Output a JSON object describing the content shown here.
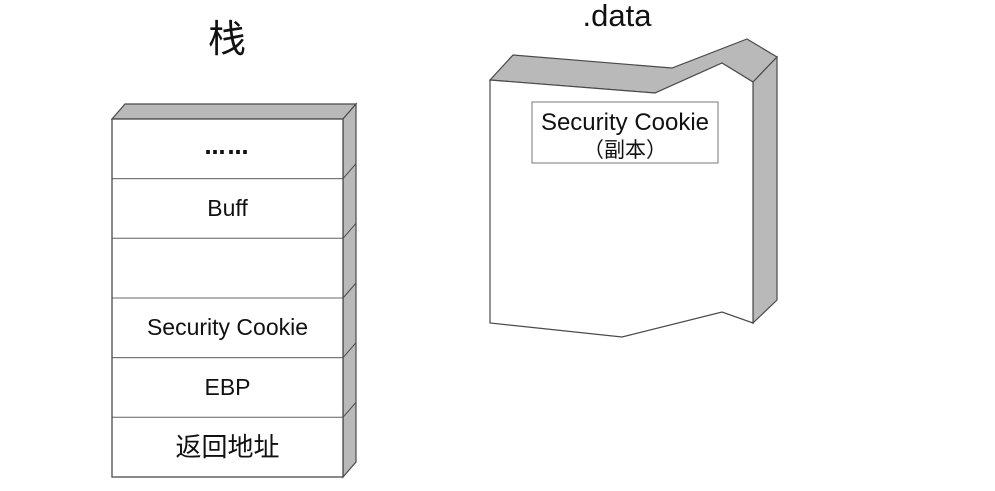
{
  "stack": {
    "title": "栈",
    "cells": [
      {
        "label": "……"
      },
      {
        "label": "Buff"
      },
      {
        "label": ""
      },
      {
        "label": "Security Cookie"
      },
      {
        "label": "EBP"
      },
      {
        "label": "返回地址"
      }
    ]
  },
  "data_section": {
    "title": ".data",
    "copy_box": {
      "line1": "Security Cookie",
      "line2": "（副本）"
    }
  },
  "colors": {
    "face_gray": "#b9b9b9",
    "edge_dark": "#4a4a4a",
    "divider_gray": "#6a6a6a",
    "text_black": "#111111",
    "background": "#ffffff"
  }
}
